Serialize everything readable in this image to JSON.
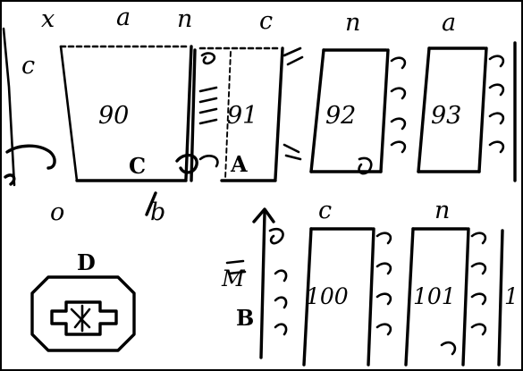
{
  "top_row_marks": [
    "x",
    "a",
    "n",
    "c",
    "n",
    "a"
  ],
  "bottom_row_marks": [
    "c",
    "n"
  ],
  "side_marks": {
    "left_c": "c",
    "left_o": "o",
    "below_b": "b",
    "row2_ml": "M"
  },
  "blocks": {
    "b90": "90",
    "b91": "91",
    "b92": "92",
    "b93": "93",
    "b100": "100",
    "b101": "101",
    "b1x": "1"
  },
  "callouts": {
    "a": "A",
    "b": "B",
    "c": "C",
    "d": "D"
  },
  "colors": {
    "ink": "#000000",
    "paper": "#ffffff"
  }
}
